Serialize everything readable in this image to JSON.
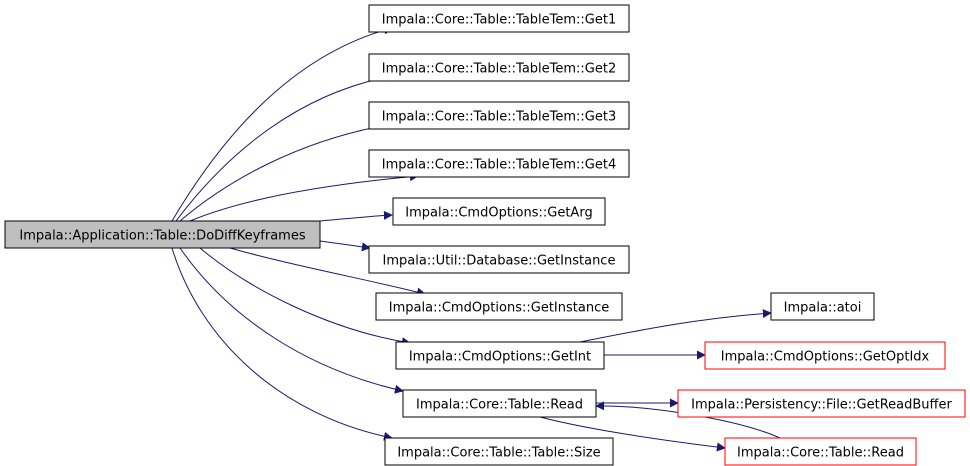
{
  "colors": {
    "root_fill": "#bfbfbf",
    "node_fill": "#ffffff",
    "node_border": "#000000",
    "external_border": "#ff0000",
    "edge": "#191970"
  },
  "nodes": [
    {
      "id": "root",
      "label": "Impala::Application::Table::DoDiffKeyframes",
      "kind": "root"
    },
    {
      "id": "get1",
      "label": "Impala::Core::Table::TableTem::Get1",
      "kind": "normal"
    },
    {
      "id": "get2",
      "label": "Impala::Core::Table::TableTem::Get2",
      "kind": "normal"
    },
    {
      "id": "get3",
      "label": "Impala::Core::Table::TableTem::Get3",
      "kind": "normal"
    },
    {
      "id": "get4",
      "label": "Impala::Core::Table::TableTem::Get4",
      "kind": "normal"
    },
    {
      "id": "getarg",
      "label": "Impala::CmdOptions::GetArg",
      "kind": "normal"
    },
    {
      "id": "dbinst",
      "label": "Impala::Util::Database::GetInstance",
      "kind": "normal"
    },
    {
      "id": "cmdinst",
      "label": "Impala::CmdOptions::GetInstance",
      "kind": "normal"
    },
    {
      "id": "getint",
      "label": "Impala::CmdOptions::GetInt",
      "kind": "normal"
    },
    {
      "id": "atoi",
      "label": "Impala::atoi",
      "kind": "normal"
    },
    {
      "id": "getoptidx",
      "label": "Impala::CmdOptions::GetOptIdx",
      "kind": "external"
    },
    {
      "id": "read",
      "label": "Impala::Core::Table::Read",
      "kind": "normal"
    },
    {
      "id": "readbuf",
      "label": "Impala::Persistency::File::GetReadBuffer",
      "kind": "external"
    },
    {
      "id": "read2",
      "label": "Impala::Core::Table::Read",
      "kind": "external"
    },
    {
      "id": "size",
      "label": "Impala::Core::Table::Table::Size",
      "kind": "normal"
    }
  ],
  "edges": [
    {
      "from": "root",
      "to": "get1"
    },
    {
      "from": "root",
      "to": "get2"
    },
    {
      "from": "root",
      "to": "get3"
    },
    {
      "from": "root",
      "to": "get4"
    },
    {
      "from": "root",
      "to": "getarg"
    },
    {
      "from": "root",
      "to": "dbinst"
    },
    {
      "from": "root",
      "to": "cmdinst"
    },
    {
      "from": "root",
      "to": "getint"
    },
    {
      "from": "root",
      "to": "read"
    },
    {
      "from": "root",
      "to": "size"
    },
    {
      "from": "getint",
      "to": "atoi"
    },
    {
      "from": "getint",
      "to": "getoptidx"
    },
    {
      "from": "read",
      "to": "readbuf"
    },
    {
      "from": "read",
      "to": "read2"
    },
    {
      "from": "read2",
      "to": "read"
    }
  ]
}
